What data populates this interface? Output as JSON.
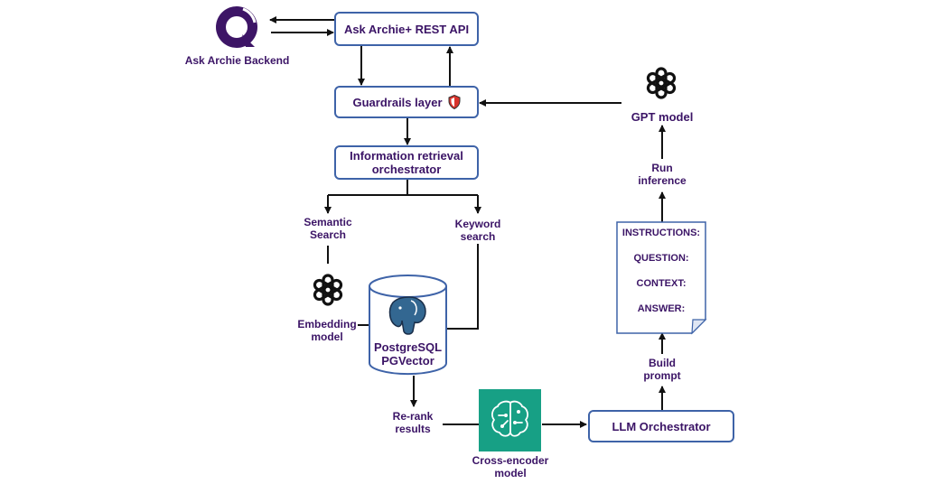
{
  "colors": {
    "text": "#3b1466",
    "box_border": "#3e63a8",
    "arrow": "#111111",
    "logo_purple": "#3d1566",
    "aws_teal": "#17a085",
    "pg_blue": "#336791"
  },
  "nodes": {
    "backend_label": "Ask Archie Backend",
    "rest_api": "Ask Archie+ REST API",
    "guardrails": "Guardrails layer",
    "ir_line1": "Information retrieval",
    "ir_line2": "orchestrator",
    "semantic_line1": "Semantic",
    "semantic_line2": "Search",
    "keyword_line1": "Keyword",
    "keyword_line2": "search",
    "embedding_line1": "Embedding",
    "embedding_line2": "model",
    "db_line1": "PostgreSQL",
    "db_line2": "PGVector",
    "rerank_line1": "Re-rank",
    "rerank_line2": "results",
    "cross_line1": "Cross-encoder",
    "cross_line2": "model",
    "llm_orchestrator": "LLM Orchestrator",
    "build_line1": "Build",
    "build_line2": "prompt",
    "run_line1": "Run",
    "run_line2": "inference",
    "gpt_model": "GPT model"
  },
  "prompt_doc": {
    "instructions": "INSTRUCTIONS:",
    "question": "QUESTION:",
    "context": "CONTEXT:",
    "answer": "ANSWER:"
  },
  "icons": {
    "backend": "chat-bubble-icon",
    "guardrails": "shield-icon",
    "embedding": "openai-logo-icon",
    "gpt": "openai-logo-icon",
    "database": "postgres-elephant-icon",
    "cross_encoder": "aws-ml-brain-icon"
  }
}
